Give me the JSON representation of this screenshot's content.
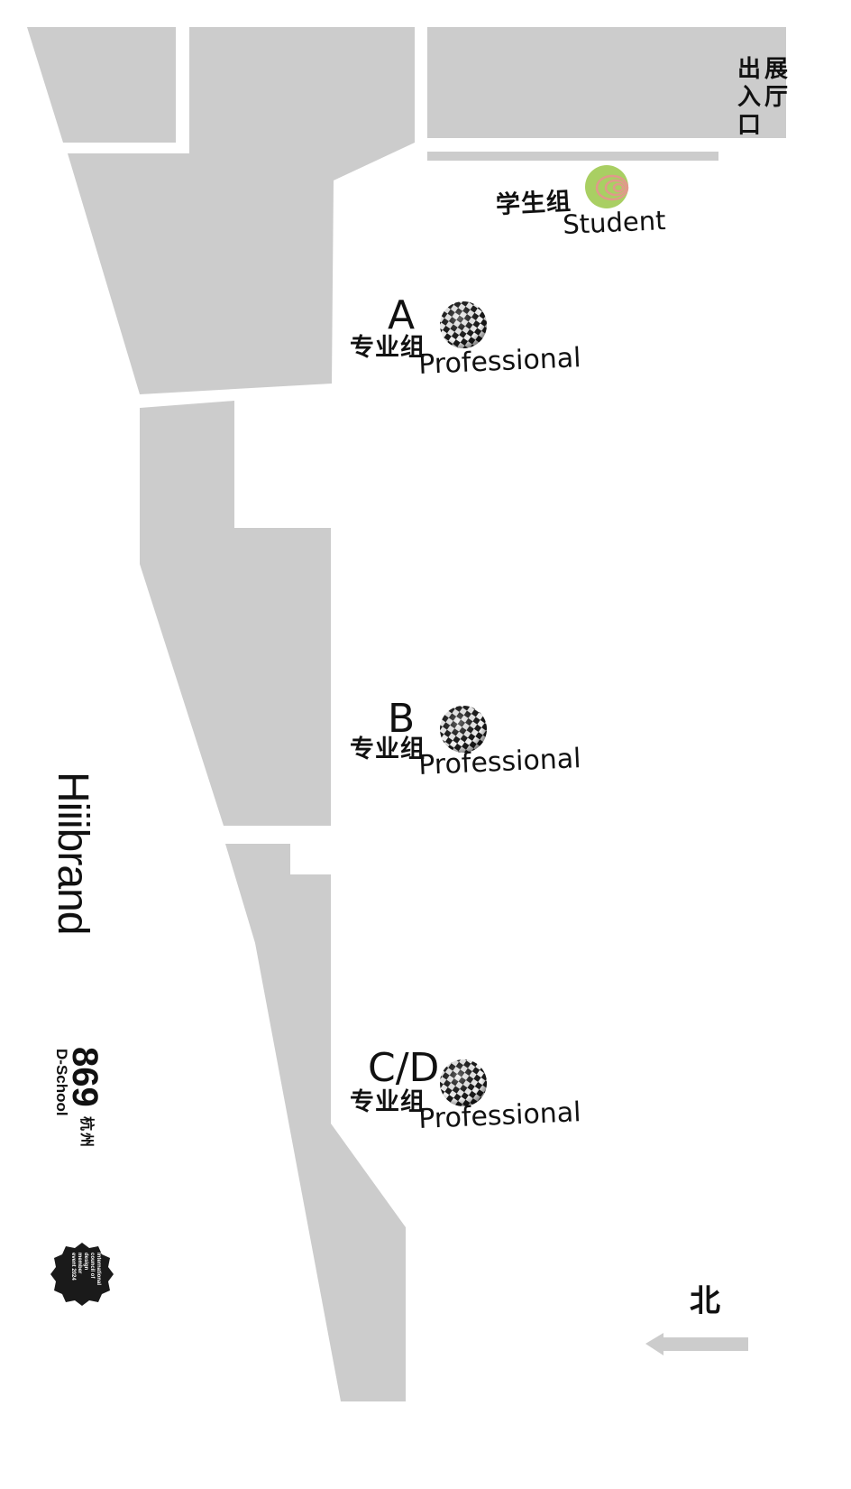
{
  "map": {
    "exit_label": {
      "line1": "展厅",
      "line2": "出入口"
    },
    "zones": [
      {
        "id": "student",
        "letter": "",
        "cn": "学生组",
        "en": "Student",
        "marker": "student-marker-icon"
      },
      {
        "id": "a",
        "letter": "A",
        "cn": "专业组",
        "en": "Professional",
        "marker": "professional-marker-icon"
      },
      {
        "id": "b",
        "letter": "B",
        "cn": "专业组",
        "en": "Professional",
        "marker": "professional-marker-icon"
      },
      {
        "id": "cd",
        "letter": "C/D",
        "cn": "专业组",
        "en": "Professional",
        "marker": "professional-marker-icon"
      }
    ],
    "north": {
      "label": "北",
      "icon": "north-arrow-icon"
    }
  },
  "branding": {
    "hiiibrand": "Hiiibrand",
    "school_number": "869",
    "school_name": "D-School",
    "city": "杭州",
    "badge_lines": [
      "International",
      "council of",
      "design",
      "member",
      "event 2024"
    ]
  },
  "colors": {
    "building": "#cccccc",
    "text": "#111111",
    "student_marker": "#a9cf63",
    "student_marker_ring": "#e09a8a",
    "badge": "#1a1a1a"
  }
}
